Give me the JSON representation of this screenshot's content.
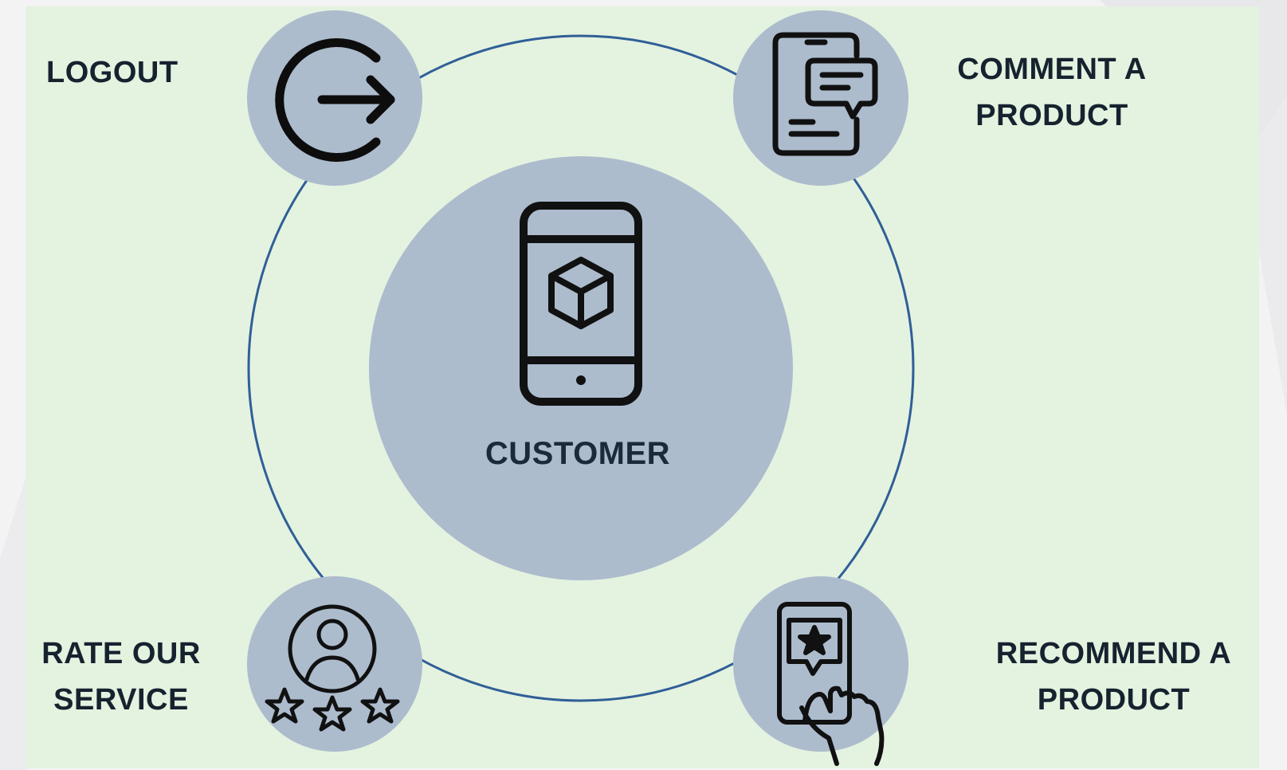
{
  "diagram": {
    "center": {
      "label": "CUSTOMER",
      "icon": "smartphone-box-icon"
    },
    "nodes": [
      {
        "id": "logout",
        "lines": [
          "LOGOUT"
        ],
        "icon": "logout-arrow-icon"
      },
      {
        "id": "comment",
        "lines": [
          "COMMENT  A",
          "PRODUCT"
        ],
        "icon": "phone-comment-icon"
      },
      {
        "id": "rate",
        "lines": [
          "RATE OUR",
          "SERVICE"
        ],
        "icon": "user-stars-icon"
      },
      {
        "id": "recommend",
        "lines": [
          "RECOMMEND A",
          "PRODUCT"
        ],
        "icon": "hand-phone-star-icon"
      }
    ]
  },
  "colors": {
    "panel": "#e4f2e0",
    "circle": "#acbccd",
    "ring": "#2f5f97",
    "text": "#17222f"
  }
}
